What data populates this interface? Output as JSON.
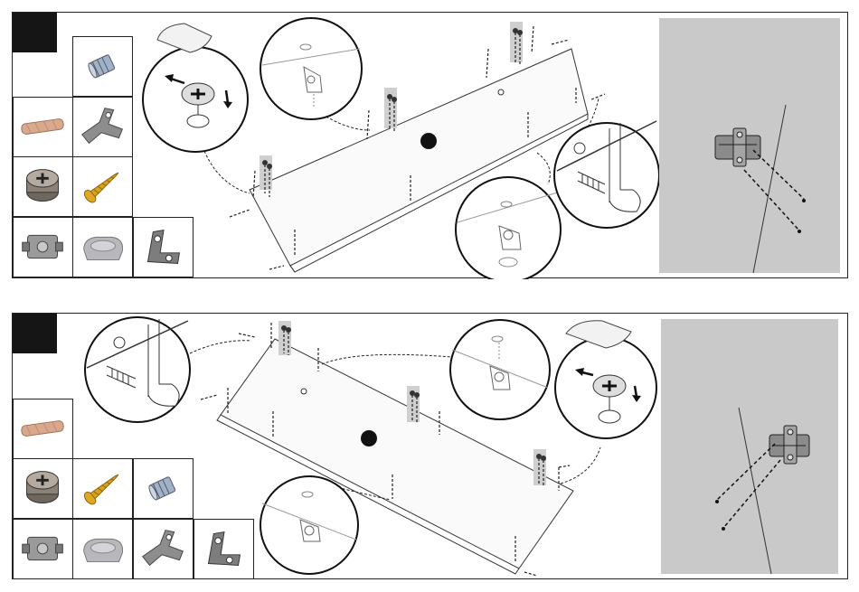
{
  "document": {
    "type": "furniture assembly instructions",
    "steps": [
      {
        "step_number": "",
        "parts": [
          "cam-lock-insert",
          "wooden-dowel",
          "angle-bracket-clip",
          "cam-lock-nut",
          "wood-screw",
          "hinge-plate",
          "plastic-support-cup",
          "metal-l-bracket"
        ]
      },
      {
        "step_number": "",
        "parts": [
          "wooden-dowel",
          "cam-lock-nut",
          "wood-screw",
          "cam-lock-insert",
          "hinge-plate",
          "plastic-support-cup",
          "angle-bracket-clip",
          "metal-l-bracket"
        ]
      }
    ]
  },
  "colors": {
    "panel_border": "#222222",
    "step_label_bg": "#151515",
    "detail_view_bg": "#c9c9c9",
    "screw_gold": "#d9a21b",
    "metal_gray": "#8a8a8a",
    "wood_tan": "#d8a98a"
  }
}
